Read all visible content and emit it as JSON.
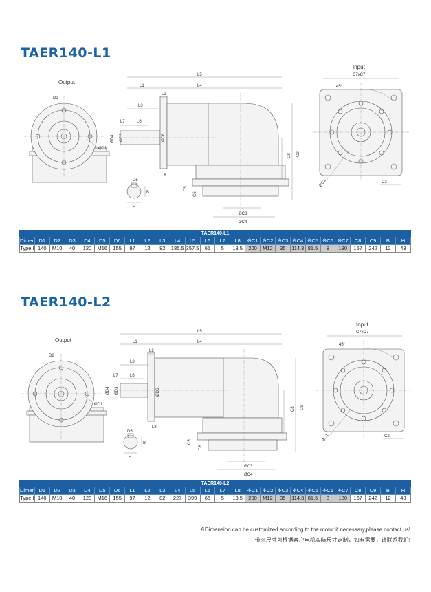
{
  "sections": [
    {
      "title": "TAER140-L1",
      "labels": {
        "output": "Output",
        "input": "Input",
        "c7xc7": "C7xC7",
        "angle": "45°",
        "d1": "ØD1",
        "d2": "D2",
        "d3": "ØD3",
        "d4": "ØD4",
        "d5": "D5",
        "d6": "ØD6",
        "l1": "L1",
        "l2": "L2",
        "l3": "L3",
        "l4": "L4",
        "l5": "L5",
        "l6": "L6",
        "l7": "L7",
        "l8": "L8",
        "c1": "ØC1",
        "c2": "C2",
        "c3": "ØC3",
        "c4": "ØC4",
        "c5": "C5",
        "c6": "C6",
        "c8": "C8",
        "c9": "C9",
        "b": "B",
        "h": "H"
      },
      "table": {
        "caption": "TAER140-L1",
        "headers": [
          "Dimension",
          "D1",
          "D2",
          "D3",
          "D4",
          "D5",
          "D6",
          "L1",
          "L2",
          "L3",
          "L4",
          "L5",
          "L6",
          "L7",
          "L8",
          "※C1",
          "※C2",
          "※C3",
          "※C4",
          "※C5",
          "※C6",
          "※C7",
          "C8",
          "C9",
          "B",
          "H"
        ],
        "row": [
          "Type I",
          "140",
          "M10",
          "40",
          "120",
          "M16",
          "155",
          "97",
          "12",
          "82",
          "185.5",
          "357.5",
          "65",
          "5",
          "13.5",
          "200",
          "M12",
          "35",
          "114.3",
          "81.5",
          "8",
          "180",
          "167",
          "242",
          "12",
          "43"
        ]
      }
    },
    {
      "title": "TAER140-L2",
      "labels": {
        "output": "Output",
        "input": "Input",
        "c7xc7": "C7xC7",
        "angle": "45°",
        "d1": "ØD1",
        "d2": "D2",
        "d3": "ØD3",
        "d4": "ØD4",
        "d5": "D5",
        "d6": "ØD6",
        "l1": "L1",
        "l2": "L2",
        "l3": "L3",
        "l4": "L4",
        "l5": "L5",
        "l6": "L6",
        "l7": "L7",
        "l8": "L8",
        "c1": "ØC1",
        "c2": "C2",
        "c3": "ØC3",
        "c4": "ØC4",
        "c5": "C5",
        "c6": "C6",
        "c8": "C8",
        "c9": "C9",
        "b": "B",
        "h": "H"
      },
      "table": {
        "caption": "TAER140-L2",
        "headers": [
          "Dimension",
          "D1",
          "D2",
          "D3",
          "D4",
          "D5",
          "D6",
          "L1",
          "L2",
          "L3",
          "L4",
          "L5",
          "L6",
          "L7",
          "L8",
          "※C1",
          "※C2",
          "※C3",
          "※C4",
          "※C5",
          "※C6",
          "※C7",
          "C8",
          "C9",
          "B",
          "H"
        ],
        "row": [
          "Type I",
          "140",
          "M10",
          "40",
          "120",
          "M16",
          "155",
          "97",
          "12",
          "82",
          "227",
          "399",
          "65",
          "5",
          "13.5",
          "200",
          "M12",
          "35",
          "114.3",
          "81.5",
          "8",
          "180",
          "167",
          "242",
          "12",
          "43"
        ]
      }
    }
  ],
  "footer": {
    "english": "※Dimension can be customized according to the motor,if necessary,please contact us!",
    "chinese": "带※尺寸可根据客户电机实际尺寸定制，如有需要，请联系我们!"
  }
}
